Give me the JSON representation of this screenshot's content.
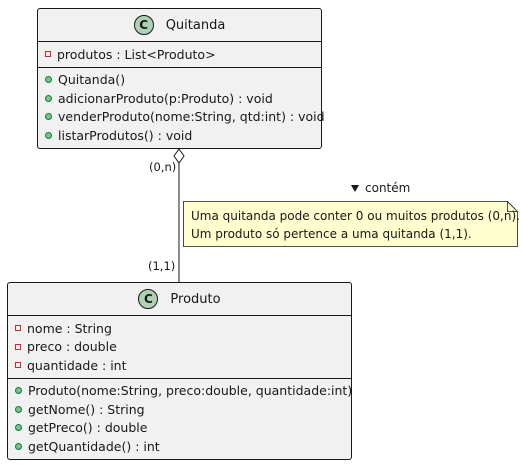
{
  "classes": {
    "quitanda": {
      "stereotype_letter": "C",
      "name": "Quitanda",
      "attributes": [
        "produtos : List<Produto>"
      ],
      "methods": [
        "Quitanda()",
        "adicionarProduto(p:Produto) : void",
        "venderProduto(nome:String, qtd:int) : void",
        "listarProdutos() : void"
      ]
    },
    "produto": {
      "stereotype_letter": "C",
      "name": "Produto",
      "attributes": [
        "nome : String",
        "preco : double",
        "quantidade : int"
      ],
      "methods": [
        "Produto(nome:String, preco:double, quantidade:int)",
        "getNome() : String",
        "getPreco() : double",
        "getQuantidade() : int"
      ]
    }
  },
  "association": {
    "label": "contém",
    "multiplicity_source": "(0,n)",
    "multiplicity_target": "(1,1)"
  },
  "note": {
    "line1": "Uma quitanda pode conter 0 ou muitos produtos (0,n).",
    "line2": "Um produto só pertence a uma quitanda (1,1)."
  }
}
